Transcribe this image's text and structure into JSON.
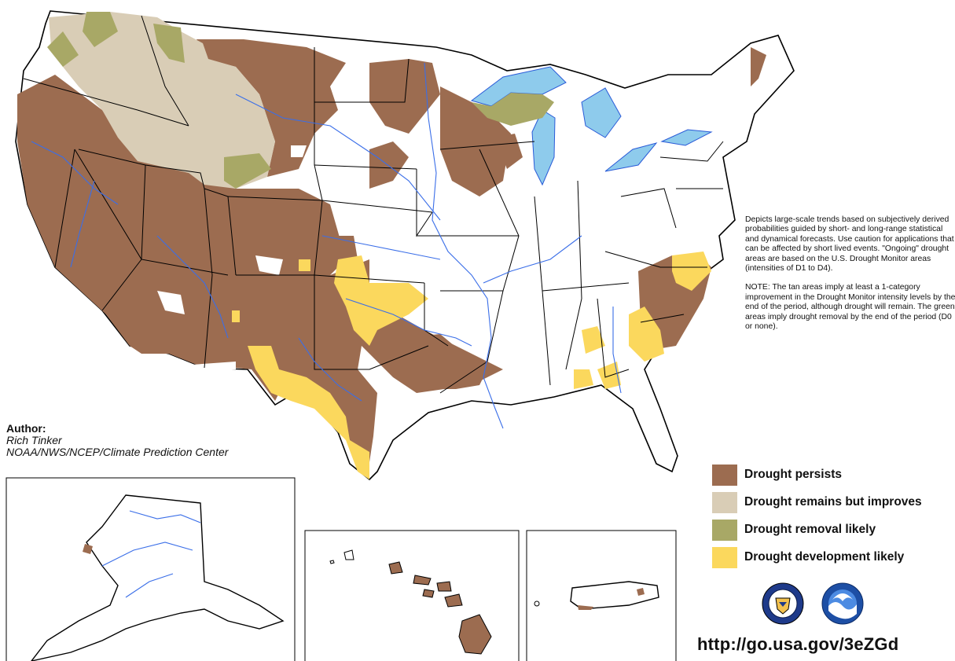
{
  "colors": {
    "persists": "#9c6c50",
    "improves": "#d9cdb6",
    "removal": "#a8a866",
    "development": "#fbd85d",
    "water": "#8ecbec",
    "river": "#3a6ee8"
  },
  "description": [
    "Depicts large-scale trends based on subjectively derived probabilities guided by short- and long-range statistical and dynamical forecasts. Use caution for applications that can be affected by short lived events. \"Ongoing\" drought areas are based on the U.S. Drought Monitor areas (intensities of D1 to D4).",
    "NOTE: The tan areas imply at least a 1-category improvement in the Drought Monitor intensity levels by the end of the period, although drought will remain. The green areas imply drought removal by the end of the period (D0 or none)."
  ],
  "author": {
    "title": "Author:",
    "name": "Rich Tinker",
    "org": "NOAA/NWS/NCEP/Climate Prediction Center"
  },
  "legend": [
    {
      "label": "Drought persists",
      "color_key": "persists"
    },
    {
      "label": "Drought remains but improves",
      "color_key": "improves"
    },
    {
      "label": "Drought removal likely",
      "color_key": "removal"
    },
    {
      "label": "Drought development likely",
      "color_key": "development"
    }
  ],
  "url": "http://go.usa.gov/3eZGd",
  "logos": [
    "doc-seal-icon",
    "noaa-logo-icon"
  ]
}
